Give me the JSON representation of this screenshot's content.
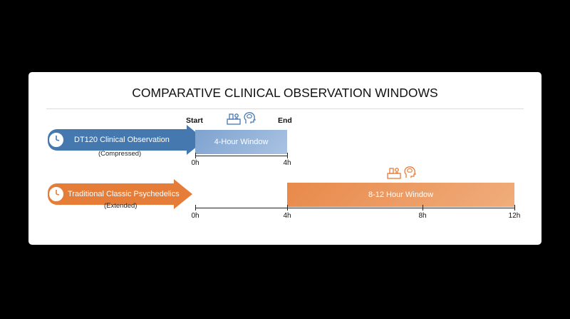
{
  "title": "COMPARATIVE CLINICAL OBSERVATION WINDOWS",
  "colors": {
    "blue": "#4678b0",
    "orange": "#e57c38",
    "blue_bar": "#8fb0d7",
    "orange_bar": "#eea06a"
  },
  "top_markers": {
    "start": "Start",
    "end": "End"
  },
  "rows": [
    {
      "arrow_label": "DT120 Clinical Observation",
      "sub_label": "(Compressed)",
      "window_label": "4-Hour Window",
      "window_start_h": 0,
      "window_end_h": 4,
      "ticks": [
        "0h",
        "4h"
      ]
    },
    {
      "arrow_label": "Traditional Classic Psychedelics",
      "sub_label": "(Extended)",
      "window_label": "8-12 Hour Window",
      "window_start_h": 4,
      "window_end_h": 12,
      "ticks": [
        "0h",
        "4h",
        "8h",
        "12h"
      ]
    }
  ],
  "icons": [
    "clinic-desk-icon",
    "brain-head-icon",
    "clock-icon"
  ]
}
